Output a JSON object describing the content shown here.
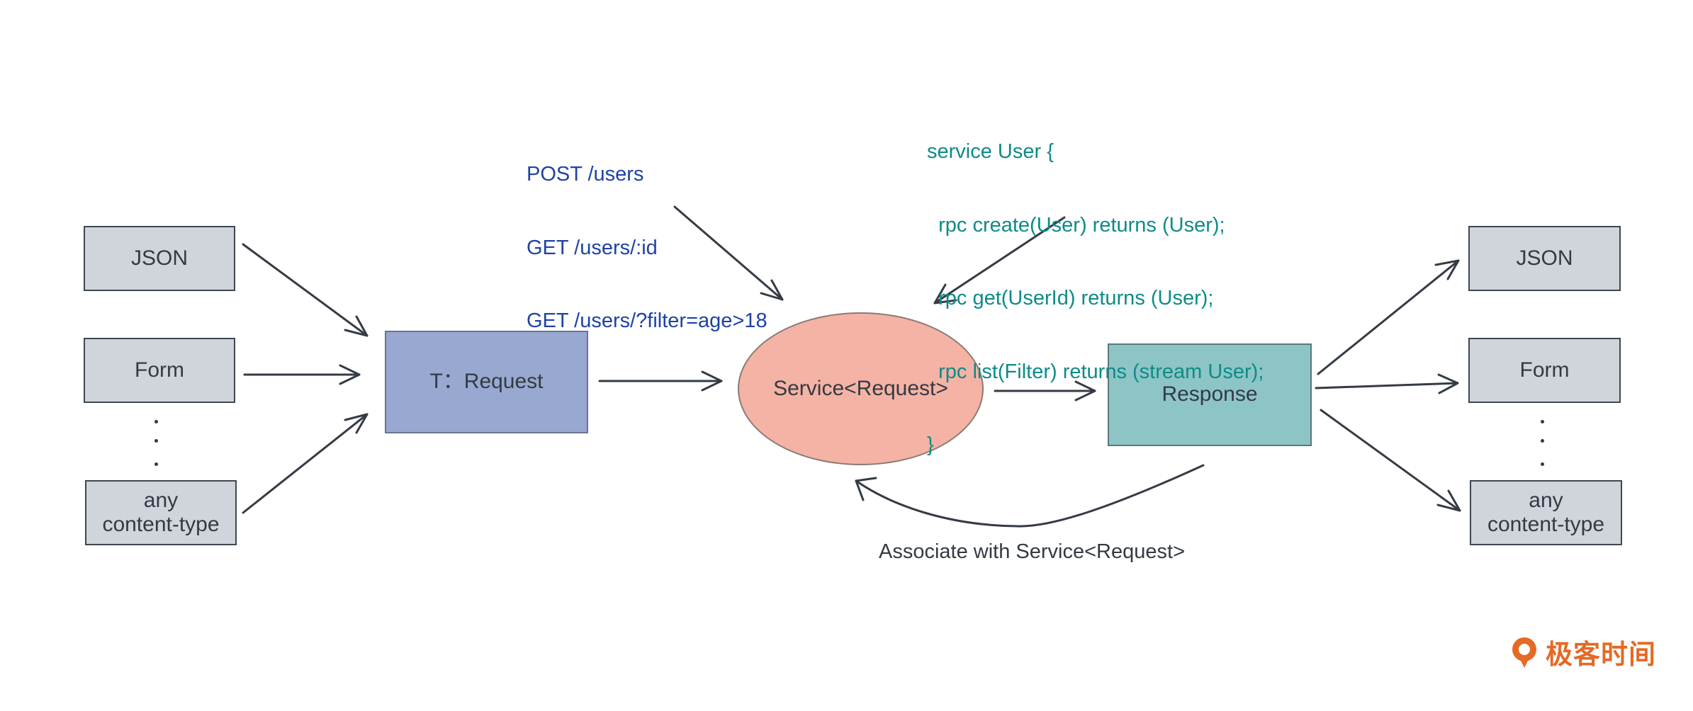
{
  "input_formats": {
    "json": "JSON",
    "form": "Form",
    "any": "any\ncontent-type"
  },
  "request_box": "T：Request",
  "service_node": "Service<Request>",
  "response_box": "Response",
  "output_formats": {
    "json": "JSON",
    "form": "Form",
    "any": "any\ncontent-type"
  },
  "rest_endpoints": [
    "POST /users",
    "GET /users/:id",
    "GET /users/?filter=age>18"
  ],
  "grpc_service": [
    "service User {",
    "  rpc create(User) returns (User);",
    "  rpc get(UserId) returns (User);",
    "  rpc list(Filter) returns (stream User);",
    "}"
  ],
  "feedback_label": "Associate with Service<Request>",
  "brand": "极客时间",
  "colors": {
    "gray_box": "#d0d5dc",
    "request_box": "#98a8d0",
    "service_ellipse": "#f4b3a4",
    "response_box": "#8dc5c6",
    "rest_text": "#1f42a6",
    "grpc_text": "#0e8b88",
    "brand": "#e46a25"
  }
}
